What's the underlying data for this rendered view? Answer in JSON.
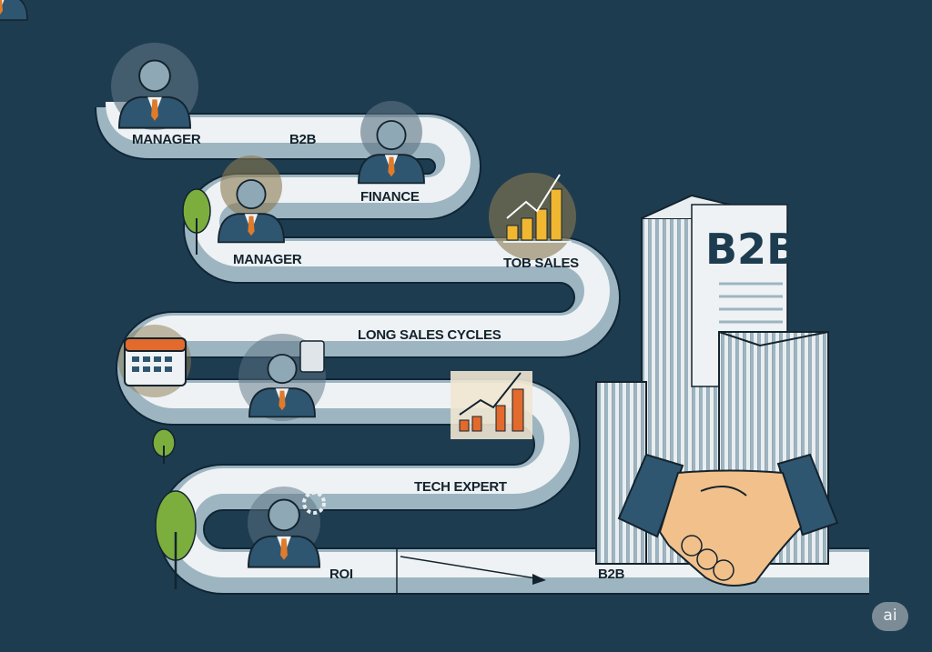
{
  "labels": {
    "manager_top": "MANAGER",
    "b2b_top": "B2B",
    "finance": "FINANCE",
    "manager_second": "MANAGER",
    "tob_sales": "TOB SALES",
    "long_sales_cycles": "LONG SALES CYCLES",
    "tech_expert": "TECH EXPERT",
    "roi": "ROI",
    "b2b_bottom": "B2B"
  },
  "building_sign": "B2B",
  "watermark": "ai",
  "colors": {
    "background": "#1e3c50",
    "road_light": "#eef2f4",
    "road_shadow": "#9db5c1",
    "suit": "#2f5670",
    "tie": "#e07b2a",
    "chart_bar": "#f1b731",
    "tree": "#7cae3e",
    "skin_hand": "#f2c08a"
  }
}
